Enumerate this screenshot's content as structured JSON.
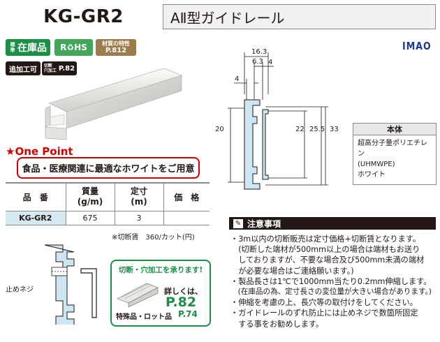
{
  "header": {
    "code": "KG-GR2",
    "name": "AⅡ型ガイドレール"
  },
  "badges": {
    "stock_small": "標準",
    "stock": "在庫品",
    "rohs": "R♻HS",
    "material_label": "材質の特性",
    "material_page": "P.812",
    "processing": "追加工可",
    "cutting_label": "切断\n穴加工",
    "cutting_page": "P.82"
  },
  "logo": "IMAO",
  "one_point": {
    "title": "★One Point",
    "text": "食品・医療関連に最適なホワイトをご用意"
  },
  "price_table": {
    "headers": [
      "品　番",
      "質量\n(g/m)",
      "定寸\n(m)",
      "価　格"
    ],
    "rows": [
      [
        "KG-GR2",
        "675",
        "3",
        ""
      ]
    ]
  },
  "cut_fee": "※切断賃　360/カット(円)",
  "dimensions": {
    "w_total": "16.3",
    "w_inner": "6.3",
    "w_left": "4",
    "w_right": "4",
    "h_left": "20",
    "h_22": "22",
    "h_255": "25.5",
    "h_33": "33"
  },
  "material": {
    "header": "本体",
    "lines": [
      "超高分子量ポリエチレン",
      "(UHMWPE)",
      "ホワイト"
    ]
  },
  "notes": {
    "title": "注意事項",
    "items": [
      "・3m以内の切断販売は定寸価格+切断賃となります。",
      "　(切断した端材が500mm以上の場合は端材もお送り",
      "　しておりますが、不要な場合及び500mm未満の端材",
      "　が必要な場合はご連絡願います。)",
      "・製品長さは1℃で1000mm当たり0.2mm伸縮します。",
      "　(在庫品の為、定寸長さの変位量が大きい場合があります。)",
      "・伸縮を考慮の上、長穴等の取付けをしてください。",
      "・ガイドレールのずれ防止には止めネジで数箇所固定",
      "　する事をお勧めします。"
    ]
  },
  "install": {
    "screw_label": "止めネジ"
  },
  "cut_box": {
    "title": "切断・穴加工を承ります!",
    "detail": "詳しくは、",
    "page": "P.82",
    "special": "特殊品・ロット品",
    "special_page": "P.74"
  }
}
